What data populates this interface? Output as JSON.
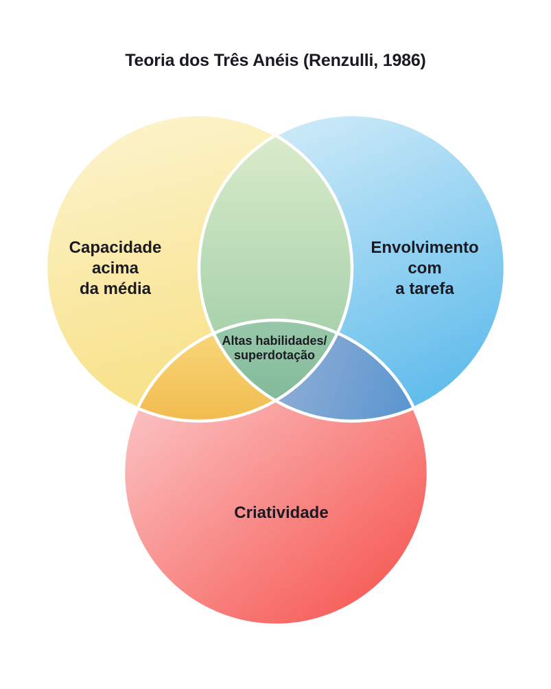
{
  "title": "Teoria dos Três Anéis (Renzulli, 1986)",
  "diagram": {
    "type": "venn-3",
    "circles": [
      {
        "id": "capacidade",
        "label": "Capacidade\nacima\nda média"
      },
      {
        "id": "envolvimento",
        "label": "Envolvimento\ncom\na tarefa"
      },
      {
        "id": "criatividade",
        "label": "Criatividade"
      }
    ],
    "center_label": "Altas habilidades/\nsuperdotação"
  },
  "colors": {
    "background": "#ffffff",
    "text": "#1b1a23",
    "outline": "#ffffff",
    "yellow_start": "#fcf3ca",
    "yellow_end": "#f7df7f",
    "blue_start": "#cae9f8",
    "blue_end": "#5cbaeb",
    "red_start": "#fbc9c9",
    "red_end": "#f65853",
    "yellow_blue_start": "#d9ebca",
    "yellow_blue_end": "#9ccba4",
    "yellow_red_start": "#f9d97e",
    "yellow_red_end": "#f2bb4e",
    "blue_red_start": "#90aed6",
    "blue_red_end": "#5794cf",
    "center_start": "#98c8aa",
    "center_end": "#82ba9a"
  }
}
